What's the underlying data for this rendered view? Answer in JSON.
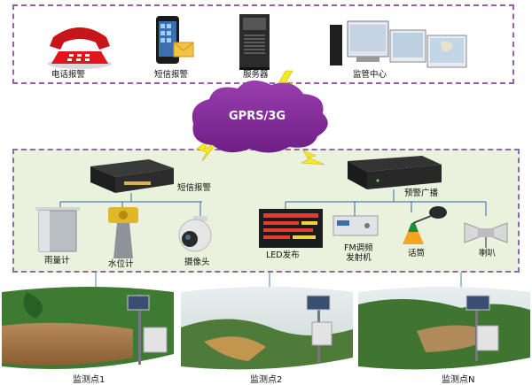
{
  "command_center": {
    "phone_alarm": "电话报警",
    "sms_alarm": "短信报警",
    "server": "服务器",
    "monitor_center": "监管中心"
  },
  "network": {
    "label": "GPRS/3G"
  },
  "field": {
    "sms_alarm": "短信报警",
    "alarm_broadcast": "预警广播",
    "rain_gauge": "雨量计",
    "water_gauge": "水位计",
    "camera": "摄像头",
    "led_display": "LED发布",
    "fm_line1": "FM调频",
    "fm_line2": "发射机",
    "microphone": "话筒",
    "speaker": "喇叭"
  },
  "sites": {
    "site1": "监测点1",
    "site2": "监测点2",
    "siteN": "监测点N"
  },
  "colors": {
    "dashed_border": "#9b5fa8",
    "cloud": "#8e2ca0",
    "field_bg": "#eaf2dd",
    "lightning": "#f4e82a"
  }
}
